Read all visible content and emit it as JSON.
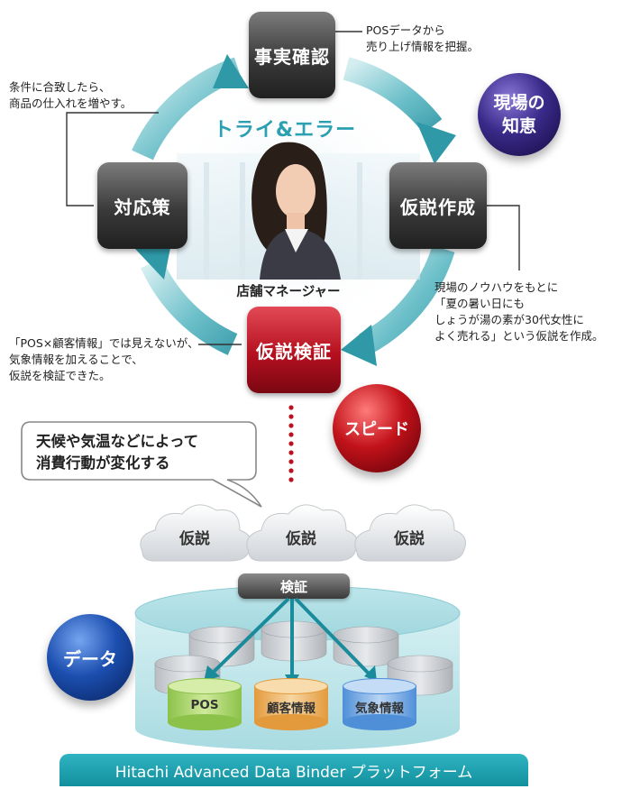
{
  "cycle": {
    "step_fact": "事実確認",
    "step_hypothesis": "仮説作成",
    "step_verify": "仮説検証",
    "step_action": "対応策",
    "title": "トライ&エラー",
    "role": "店舗マネージャー"
  },
  "notes": {
    "fact": [
      "POSデータから",
      "売り上げ情報を把握。"
    ],
    "action": [
      "条件に合致したら、",
      "商品の仕入れを増やす。"
    ],
    "hypothesis": [
      "現場のノウハウをもとに",
      "「夏の暑い日にも",
      "しょうが湯の素が30代女性に",
      "よく売れる」という仮説を作成。"
    ],
    "verify": [
      "「POS×顧客情報」では見えないが、",
      "気象情報を加えることで、",
      "仮説を検証できた。"
    ]
  },
  "spheres": {
    "wisdom": [
      "現場の",
      "知恵"
    ],
    "speed": "スピード",
    "data": "データ"
  },
  "bubble": [
    "天候や気温などによって",
    "消費行動が変化する"
  ],
  "clouds": [
    "仮説",
    "仮説",
    "仮説"
  ],
  "verify_bar": "検証",
  "databases": [
    "POS",
    "顧客情報",
    "気象情報"
  ],
  "platform": "Hitachi Advanced Data Binder プラットフォーム",
  "colors": {
    "ring": "#3aa7b5",
    "red": "#c0101e",
    "teal_banner": "#1a9aa8",
    "pos_db": "#a9d36a",
    "customer_db": "#f1b86b",
    "weather_db": "#7aaee6"
  }
}
